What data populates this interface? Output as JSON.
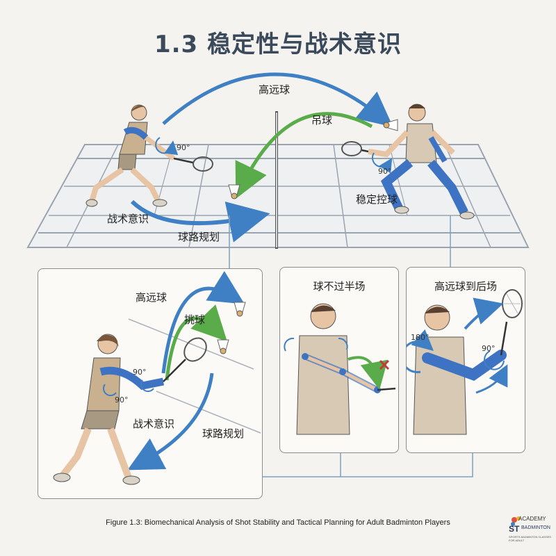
{
  "title": "1.3 稳定性与战术意识",
  "court": {
    "labels": {
      "clear": "高远球",
      "drop": "吊球",
      "awareness": "战术意识",
      "planning": "球路规划",
      "stable_control": "稳定控球",
      "angle_left": "90°",
      "angle_right": "90°"
    }
  },
  "panel_left": {
    "labels": {
      "clear": "高远球",
      "lift": "挑球",
      "awareness": "战术意识",
      "planning": "球路规划",
      "angle_shoulder": "90°",
      "angle_elbow": "90°"
    }
  },
  "panel_mid": {
    "title": "球不过半场"
  },
  "panel_right": {
    "title": "高远球到后场",
    "angle_shoulder": "180°",
    "angle_elbow": "90°"
  },
  "caption": "Figure 1.3: Biomechanical Analysis of Shot Stability and Tactical Planning for Adult Badminton Players",
  "logo": {
    "line1": "ACADEMY",
    "line2": "ST",
    "line3": "BADMINTON",
    "line4": "SPORTS BADMINTON CLASSES FOR ADULT"
  },
  "colors": {
    "blue_arrow": "#3f7fc4",
    "green_arrow": "#5aab4a",
    "muscle_blue": "#3d73c2",
    "court_line": "#9aa4b0",
    "title": "#3b4a5a"
  },
  "icons": [
    "shuttlecock-icon",
    "racket-icon",
    "red-x-icon",
    "rotation-arrow-icon"
  ]
}
